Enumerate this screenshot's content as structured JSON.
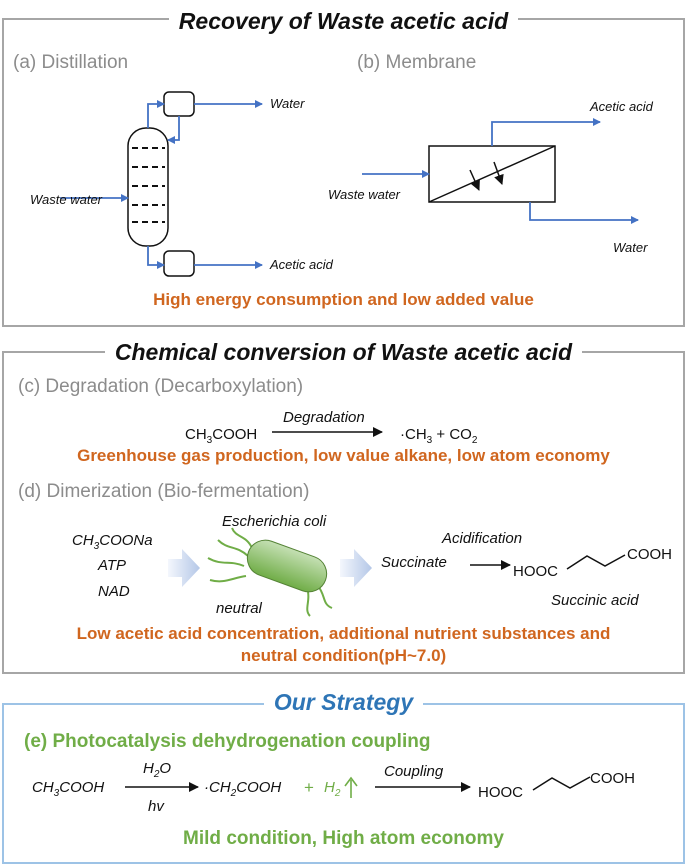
{
  "panel1": {
    "title": "Recovery of Waste acetic acid",
    "a_title": "(a) Distillation",
    "b_title": "(b) Membrane",
    "a_water": "Water",
    "a_waste": "Waste water",
    "a_acid": "Acetic acid",
    "b_acid": "Acetic acid",
    "b_waste": "Waste water",
    "b_water": "Water",
    "conclusion": "High energy consumption and low added value"
  },
  "panel2": {
    "title": "Chemical conversion of Waste acetic acid",
    "c_title": "(c) Degradation (Decarboxylation)",
    "c_reactant": "CH3COOH",
    "c_arrow": "Degradation",
    "c_product": "·CH3 + CO2",
    "c_conclusion": "Greenhouse gas production, low value alkane, low atom economy",
    "d_title": "(d) Dimerization (Bio-fermentation)",
    "d_inputs": [
      "CH3COONa",
      "ATP",
      "NAD"
    ],
    "d_organism": "Escherichia coli",
    "d_condition": "neutral",
    "d_intermediate": "Succinate",
    "d_arrow": "Acidification",
    "d_product_left": "HOOC",
    "d_product_right": "COOH",
    "d_product_name": "Succinic acid",
    "d_conclusion_1": "Low acetic acid concentration, additional nutrient substances and",
    "d_conclusion_2": "neutral condition(pH~7.0)"
  },
  "panel3": {
    "title": "Our Strategy",
    "e_title": "(e) Photocatalysis dehydrogenation coupling",
    "reactant": "CH3COOH",
    "arrow_top": "H2O",
    "arrow_bottom": "hv",
    "intermediate": "·CH2COOH",
    "plus": "+",
    "byproduct": "H2",
    "coupling": "Coupling",
    "product_left": "HOOC",
    "product_right": "COOH",
    "conclusion": "Mild condition, High atom economy"
  },
  "colors": {
    "gray_border": "#a6a6a6",
    "blue_border": "#9dc3e6",
    "stream_blue": "#4472c4",
    "orange": "#d0661f",
    "green": "#70ad47",
    "subtitle_gray": "#8c8c8c"
  }
}
